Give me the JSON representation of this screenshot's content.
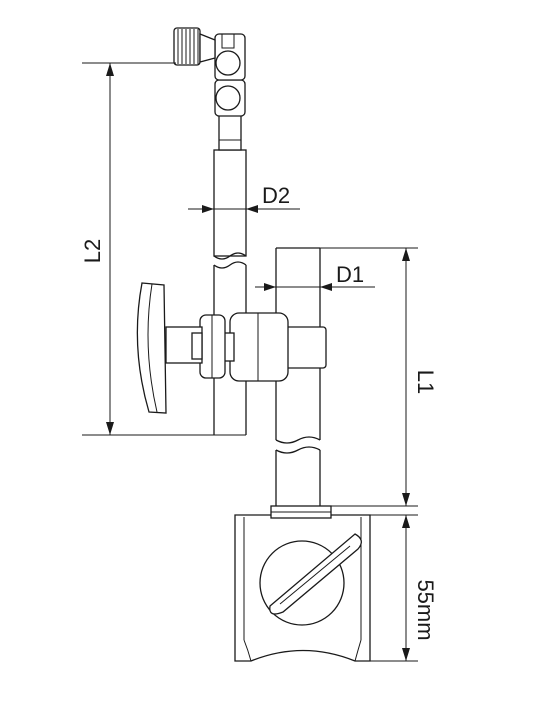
{
  "labels": {
    "l2": "L2",
    "d2": "D2",
    "d1": "D1",
    "l1": "L1",
    "height": "55mm"
  }
}
